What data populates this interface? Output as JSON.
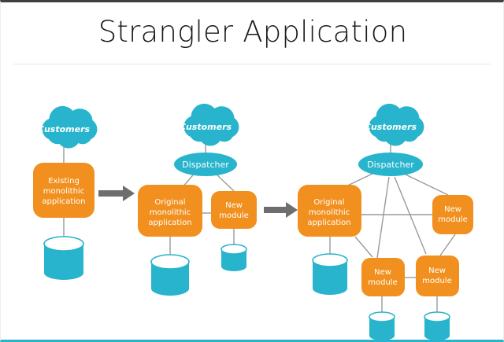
{
  "slide": {
    "title": "Strangler Application",
    "background_color": "#ffffff",
    "top_border_color": "#3f3f3f",
    "bottom_border_color": "#27b4cc",
    "rule_color": "#e4e4e4"
  },
  "palette": {
    "cyan": "#27b4cc",
    "orange": "#f1901f",
    "connector_gray": "#9a9a9a",
    "arrow_gray": "#6e6e6e",
    "label_white": "#ffffff",
    "title_black": "#1a1a1a"
  },
  "stages": [
    {
      "id": "stage-1",
      "nodes": {
        "cloud": "Customers",
        "app": "Existing\nmonolithic\napplication",
        "app_lines": [
          "Existing",
          "monolithic",
          "application"
        ]
      }
    },
    {
      "id": "stage-2",
      "nodes": {
        "cloud": "Customers",
        "dispatcher": "Dispatcher",
        "app_lines": [
          "Original",
          "monolithic",
          "application"
        ],
        "module_lines": [
          "New",
          "module"
        ]
      }
    },
    {
      "id": "stage-3",
      "nodes": {
        "cloud": "Customers",
        "dispatcher": "Dispatcher",
        "app_lines": [
          "Original",
          "monolithic",
          "application"
        ],
        "module_right_lines": [
          "New",
          "module"
        ],
        "module_mid_lines": [
          "New",
          "module"
        ],
        "module_bottom_lines": [
          "New",
          "module"
        ]
      }
    }
  ],
  "labels": {
    "customers": "Customers",
    "dispatcher": "Dispatcher",
    "existing_1": "Existing",
    "existing_2": "monolithic",
    "existing_3": "application",
    "original_1": "Original",
    "original_2": "monolithic",
    "original_3": "application",
    "new_1": "New",
    "new_2": "module"
  },
  "arrows": [
    {
      "id": "arrow-1-2",
      "from": "stage-1",
      "to": "stage-2"
    },
    {
      "id": "arrow-2-3",
      "from": "stage-2",
      "to": "stage-3"
    }
  ]
}
